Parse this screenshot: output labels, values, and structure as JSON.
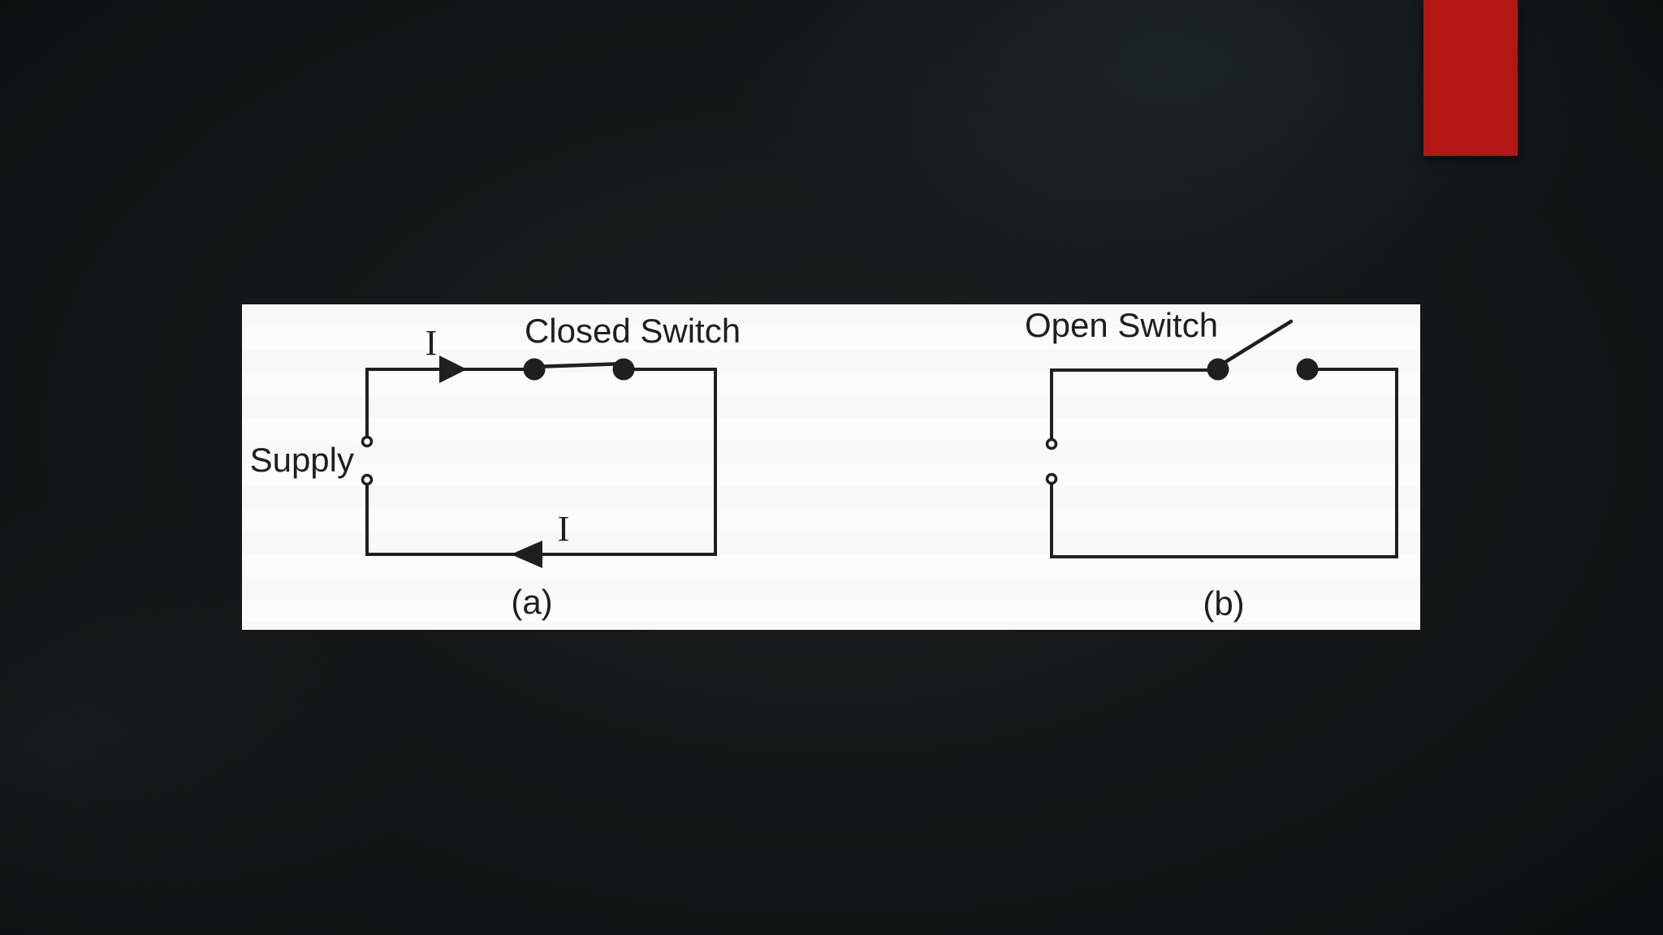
{
  "slide": {
    "accent_bar_color": "#b21713",
    "background_base_color": "#141617",
    "panel_color": "#fcfcfc",
    "ink_color": "#1f1f1f"
  },
  "figure": {
    "circuit_a": {
      "switch_label": "Closed Switch",
      "supply_label": "Supply",
      "current_top_label": "I",
      "current_bottom_label": "I",
      "caption": "(a)"
    },
    "circuit_b": {
      "switch_label": "Open Switch",
      "caption": "(b)"
    }
  }
}
